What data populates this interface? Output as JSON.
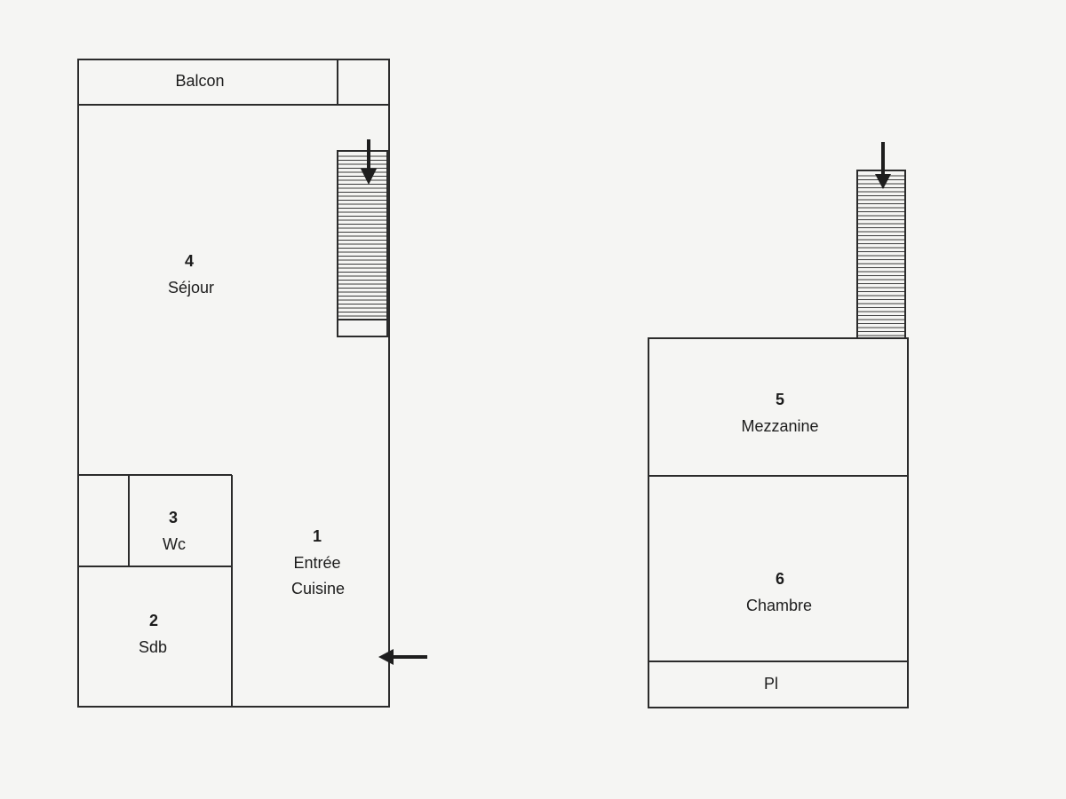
{
  "rooms": {
    "balcon": {
      "label": "Balcon"
    },
    "sejour": {
      "number": "4",
      "label": "Séjour"
    },
    "wc": {
      "number": "3",
      "label": "Wc"
    },
    "sdb": {
      "number": "2",
      "label": "Sdb"
    },
    "entree_cuisine": {
      "number": "1",
      "label_line1": "Entrée",
      "label_line2": "Cuisine"
    },
    "mezzanine": {
      "number": "5",
      "label": "Mezzanine"
    },
    "chambre": {
      "number": "6",
      "label": "Chambre"
    },
    "pl": {
      "label": "Pl"
    }
  },
  "colors": {
    "background": "#f5f5f3",
    "lines": "#2b2b2b",
    "text": "#1c1c1c"
  }
}
